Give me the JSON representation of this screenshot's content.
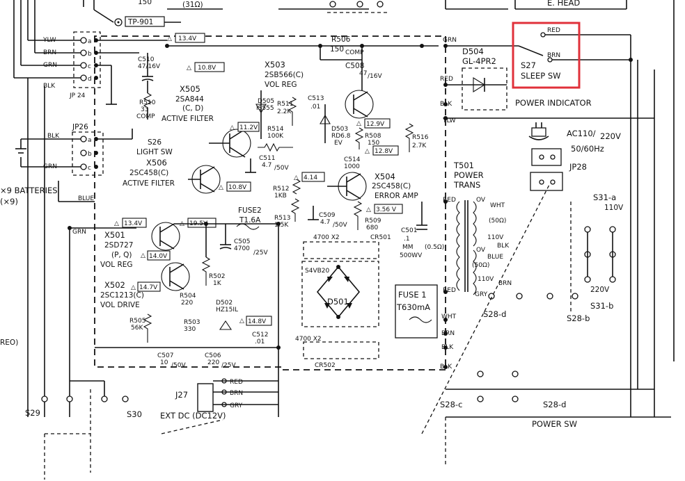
{
  "top": {
    "num150": "150",
    "r31": "(31Ω)",
    "tp901": "TP-901",
    "ehead": "E. HEAD"
  },
  "labels": {
    "yel": "YLW",
    "brn": "BRN",
    "grn": "GRN",
    "blk": "BLK",
    "jp24": "JP 24",
    "jp26": "JP26",
    "blu": "BLUE",
    "c510a": "C510",
    "c510b": "47/16V",
    "r510a": "R510",
    "r510b": "33",
    "r510c": "COMP",
    "v134": "13.4V",
    "v108": "10.8V",
    "x505a": "X505",
    "x505b": "2SA844",
    "x505c": "(C, D)",
    "x505d": "ACTIVE FILTER",
    "s26a": "S26",
    "s26b": "LIGHT SW",
    "x506a": "X506",
    "x506b": "2SC458(C)",
    "x506c": "ACTIVE FILTER",
    "batt1": "×9 BATTERIES",
    "batt2": "(×9)",
    "x503a": "X503",
    "x503b": "2SB566(C)",
    "x503c": "VOL REG",
    "r506a": "R506",
    "r506b": "150",
    "r506c": "COMP",
    "c508a": "C508",
    "c508b": "47",
    "c508c": "/16V",
    "d505a": "D505",
    "d505b": "IS555",
    "c513a": "C513",
    "c513b": ".01",
    "r511a": "R511",
    "r511b": "2.2K",
    "v112": "11.2V",
    "r514a": "R514",
    "r514b": "100K",
    "d503a": "D503",
    "d503b": "RD6.8",
    "d503c": "EV",
    "v129": "12.9V",
    "r508a": "R508",
    "r508b": "150",
    "v128": "12.8V",
    "c514a": "C514",
    "c514b": "1000",
    "c511a": "C511",
    "c511b": "4.7",
    "c511c": "/50V",
    "v414": "4.14",
    "v108b": "10.8V",
    "r512a": "R512",
    "r512b": "1KB",
    "x504a": "X504",
    "x504b": "2SC458(C)",
    "x504c": "ERROR AMP",
    "fuse2a": "FUSE2",
    "fuse2b": "T1.6A",
    "r513a": "R513",
    "r513b": "1.5K",
    "c509a": "C509",
    "c509b": "4.7",
    "c509c": "/50V",
    "v356": "3.56 V",
    "r509a": "R509",
    "r509b": "680",
    "d504a": "D504",
    "d504b": "GL-4PR2",
    "red": "RED",
    "ylw2": "YLW",
    "powind": "POWER INDICATOR",
    "r516a": "R516",
    "r516b": "2.7K",
    "ac1": "AC110/",
    "ac2": "220V",
    "ac3": "50/60Hz",
    "jp28": "JP28",
    "t501a": "T501",
    "t501b": "POWER",
    "t501c": "TRANS",
    "ov": "OV",
    "wht": "WHT",
    "r50": "(50Ω)",
    "v110": "110V",
    "s31a": "S31-a",
    "v110b": "110V",
    "c501a": "C501",
    "c501b": ".1",
    "c501c": "MM",
    "c501d": "500WV",
    "r05": "(0.5Ω)",
    "x501a": "X501",
    "x501b": "2SD727",
    "x501c": "(P, Q)",
    "x501d": "VOL REG",
    "v134b": "13.4V",
    "v195": "19.5V",
    "c505a": "C505",
    "c505b": "4700",
    "c505c": "/25V",
    "v140": "14.0V",
    "c4700a": "4700 X2",
    "cr501": "CR501",
    "s4vb": "S4VB20",
    "x502a": "X502",
    "x502b": "2SC1213(C)",
    "x502c": "VOL DRIVE",
    "v147": "14.7V",
    "r502a": "R502",
    "r502b": "1K",
    "r504a": "R504",
    "r504b": "220",
    "d501": "D501",
    "d502a": "D502",
    "d502b": "HZ15IL",
    "r505a": "R505",
    "r505b": "56K",
    "r503a": "R503",
    "r503b": "330",
    "v148": "14.8V",
    "c512a": "C512",
    "c512b": ".01",
    "c507a": "C507",
    "c507b": "10",
    "c507c": "/50V",
    "c506a": "C506",
    "c506b": "220",
    "c506c": "/25V",
    "c4700b": "4700 X2",
    "cr502": "CR502",
    "fuse1a": "FUSE 1",
    "fuse1b": "T630mA",
    "s28d": "S28-d",
    "s28b": "S28-b",
    "v220": "220V",
    "s31b": "S31-b",
    "gry": "GRY",
    "s28c": "S28-c",
    "s28d2": "S28-d",
    "powersw": "POWER SW",
    "j27": "J27",
    "extdc": "EXT DC (DC12V)",
    "s29": "S29",
    "s30": "S30",
    "reo": "REO)",
    "sleep1": "S27",
    "sleep2": "SLEEP SW",
    "a": "a",
    "b": "b",
    "c": "c",
    "d": "d"
  },
  "highlight": {
    "color": "#e0303a",
    "label": "S27 SLEEP SW"
  }
}
